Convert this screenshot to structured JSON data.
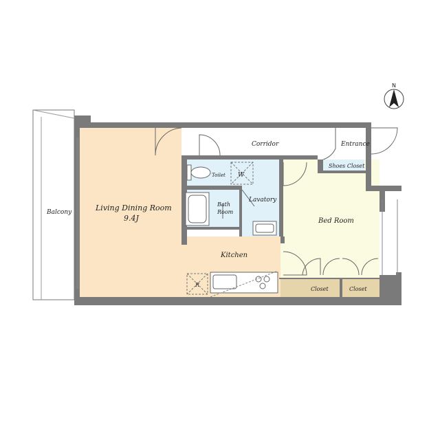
{
  "colors": {
    "wall": "#7a7a7a",
    "living": "#fbe5c4",
    "bed": "#fafbe0",
    "wet": "#e1f1fa",
    "closet": "#e6d4ab",
    "line": "#666666"
  },
  "compass": {
    "label": "N",
    "icon": "north-arrow-icon"
  },
  "rooms": {
    "balcony": "Balcony",
    "living": "Living Dining Room",
    "living_size": "9.4J",
    "corridor": "Corridor",
    "entrance": "Entrance",
    "shoes_closet": "Shoes Closet",
    "toilet": "Toilet",
    "washer": "W",
    "lavatory": "Lavatory",
    "bath_line1": "Bath",
    "bath_line2": "Room",
    "kitchen": "Kitchen",
    "fridge": "R",
    "bedroom": "Bed Room",
    "closet1": "Closet",
    "closet2": "Closet"
  }
}
